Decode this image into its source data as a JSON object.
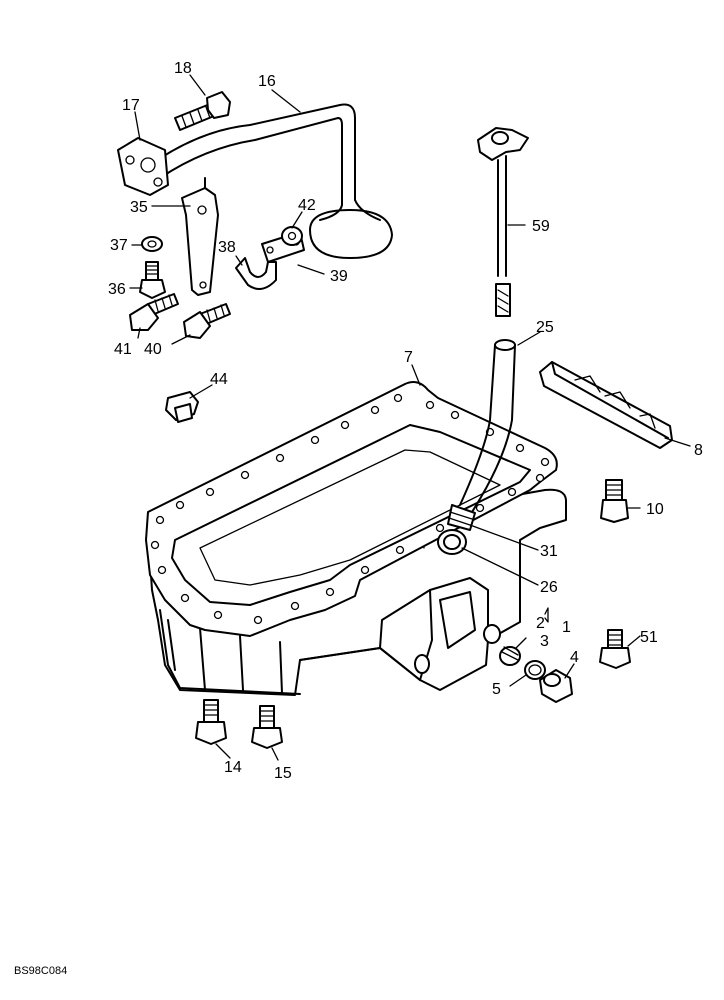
{
  "diagram_code": "BS98C084",
  "callouts": {
    "c1": "1",
    "c2": "2",
    "c3": "3",
    "c4": "4",
    "c5": "5",
    "c7": "7",
    "c8": "8",
    "c10": "10",
    "c14": "14",
    "c15": "15",
    "c16": "16",
    "c17": "17",
    "c18": "18",
    "c25": "25",
    "c26": "26",
    "c31": "31",
    "c35": "35",
    "c36": "36",
    "c37": "37",
    "c38": "38",
    "c39": "39",
    "c40": "40",
    "c41": "41",
    "c42": "42",
    "c44": "44",
    "c51": "51",
    "c59": "59"
  }
}
